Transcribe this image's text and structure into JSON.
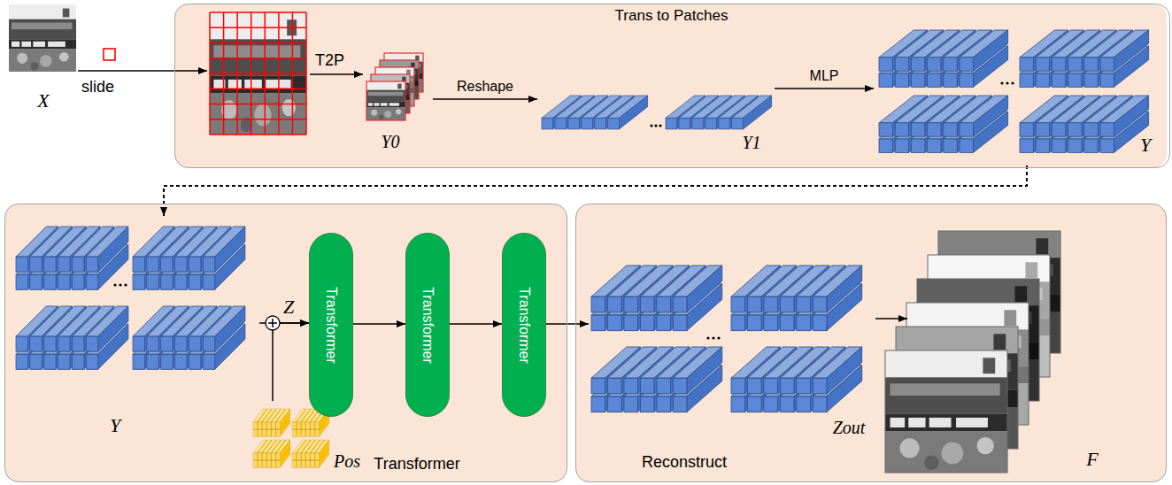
{
  "diagram": {
    "nodes": [
      {
        "text": [
          "Trans to Patches"
        ]
      },
      {
        "text": [
          "X"
        ]
      },
      {
        "text": [
          "Y0"
        ],
        "in": 0
      },
      {
        "text": [
          "Y1"
        ],
        "in": 0
      },
      {
        "text": [
          "Y"
        ],
        "in": 0
      },
      {
        "text": [
          "Transformer"
        ]
      },
      {
        "text": [
          "Y"
        ],
        "in": 5
      },
      {
        "text": [
          "Pos"
        ],
        "in": 5
      },
      {
        "text": [
          "Transformer"
        ],
        "in": 5
      },
      {
        "text": [
          "Transformer"
        ],
        "in": 5
      },
      {
        "text": [
          "Transformer"
        ],
        "in": 5
      },
      {
        "text": [
          "Reconstruct"
        ]
      },
      {
        "text": [
          "Zout"
        ],
        "in": 11
      },
      {
        "text": [
          "F"
        ],
        "in": 11
      }
    ],
    "edges": [
      {
        "from": 2,
        "to": 3,
        "arrow": "to",
        "label": "Reshape"
      },
      {
        "from": 3,
        "to": 4,
        "arrow": "to",
        "label": "MLP"
      },
      {
        "from": 4,
        "to": 6,
        "arrow": "to"
      },
      {
        "from": 6,
        "to": 8,
        "arrow": "to"
      },
      {
        "from": 7,
        "to": 8,
        "arrow": "to"
      },
      {
        "from": 8,
        "to": 9,
        "arrow": "to"
      },
      {
        "from": 9,
        "to": 10,
        "arrow": "to"
      },
      {
        "from": 10,
        "to": 12,
        "arrow": "to"
      },
      {
        "from": 12,
        "to": 13,
        "arrow": "to"
      }
    ],
    "labels": [
      "slide",
      "T2P",
      "Z"
    ]
  }
}
